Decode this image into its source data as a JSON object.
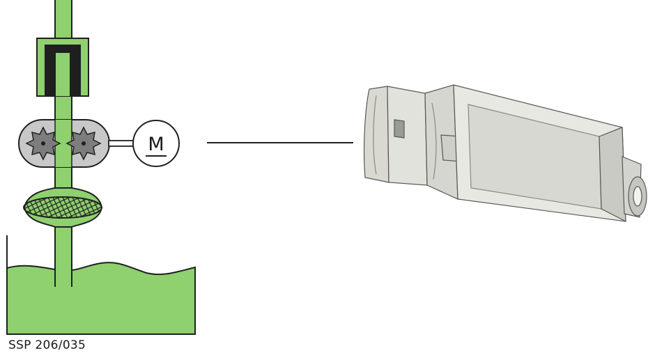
{
  "diagram": {
    "motor_label": "M",
    "caption": "SSP 206/035"
  },
  "colors": {
    "fuel_green": "#8fd06f",
    "outline": "#1f1f1f",
    "gear_grey": "#7d7d7d",
    "housing_grey": "#c8c8c8",
    "pump_body": "#dcdcd6"
  },
  "icons": {
    "gear_pump": "gear-pump-icon",
    "motor": "motor-icon",
    "filter": "fuel-filter-icon",
    "pressure_regulator": "pressure-regulator-icon",
    "fuel_pump_unit": "fuel-pump-illustration"
  }
}
